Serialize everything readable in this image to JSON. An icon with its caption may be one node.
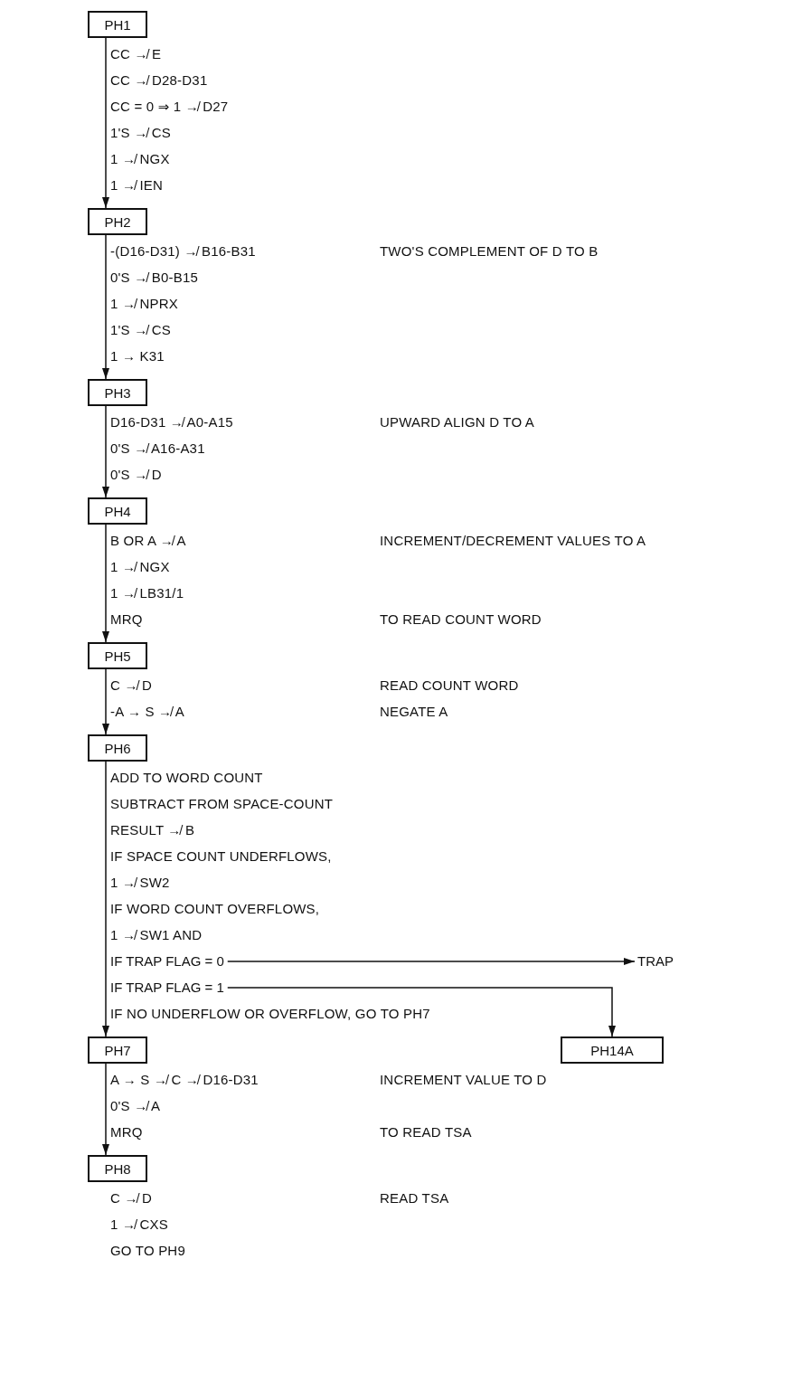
{
  "diagram": {
    "nodes": [
      {
        "text": [
          "PH1"
        ]
      },
      {
        "text": [
          "PH2"
        ]
      },
      {
        "text": [
          "PH3"
        ]
      },
      {
        "text": [
          "PH4"
        ]
      },
      {
        "text": [
          "PH5"
        ]
      },
      {
        "text": [
          "PH6"
        ]
      },
      {
        "text": [
          "IF TRAP FLAG = 0"
        ]
      },
      {
        "text": [
          "TRAP"
        ]
      },
      {
        "text": [
          "IF TRAP FLAG = 1"
        ]
      },
      {
        "text": [
          "PH7"
        ]
      },
      {
        "text": [
          "PH14A"
        ]
      },
      {
        "text": [
          "PH8"
        ]
      }
    ],
    "edges": [
      {
        "from": 0,
        "to": 1,
        "arrow": "to"
      },
      {
        "from": 1,
        "to": 2,
        "arrow": "to"
      },
      {
        "from": 2,
        "to": 3,
        "arrow": "to"
      },
      {
        "from": 3,
        "to": 4,
        "arrow": "to"
      },
      {
        "from": 4,
        "to": 5,
        "arrow": "to"
      },
      {
        "from": 5,
        "to": 9,
        "arrow": "to"
      },
      {
        "from": 6,
        "to": 7,
        "arrow": "to"
      },
      {
        "from": 8,
        "to": 10,
        "arrow": "to"
      },
      {
        "from": 9,
        "to": 11,
        "arrow": "to"
      }
    ],
    "labels": [
      "CC ↛ E",
      "CC ↛ D28-D31",
      "CC = 0 ⇒ 1 ↛ D27",
      "1'S ↛ CS",
      "1 ↛ NGX",
      "1 ↛ IEN",
      "-(D16-D31) ↛ B16-B31",
      "TWO'S COMPLEMENT OF D TO B",
      "0'S ↛ B0-B15",
      "1 ↛ NPRX",
      "1'S ↛ CS",
      "1 → K31",
      "D16-D31 ↛ A0-A15",
      "UPWARD ALIGN D TO A",
      "0'S ↛ A16-A31",
      "0'S ↛ D",
      "B OR A ↛ A",
      "INCREMENT/DECREMENT VALUES TO A",
      "1 ↛ NGX",
      "1 ↛ LB31/1",
      "MRQ",
      "TO READ COUNT WORD",
      "C ↛ D",
      "READ COUNT WORD",
      "-A → S ↛ A",
      "NEGATE A",
      "ADD TO WORD COUNT",
      "SUBTRACT FROM SPACE-COUNT",
      "RESULT ↛ B",
      "IF SPACE COUNT UNDERFLOWS,",
      "1 ↛ SW2",
      "IF WORD COUNT OVERFLOWS,",
      "1 ↛ SW1 AND",
      "IF NO UNDERFLOW OR OVERFLOW, GO TO PH7",
      "A → S ↛ C ↛ D16-D31",
      "INCREMENT VALUE TO D",
      "0'S ↛ A",
      "MRQ",
      "TO READ TSA",
      "C ↛ D",
      "READ TSA",
      "1 ↛ CXS",
      "GO TO PH9"
    ]
  }
}
